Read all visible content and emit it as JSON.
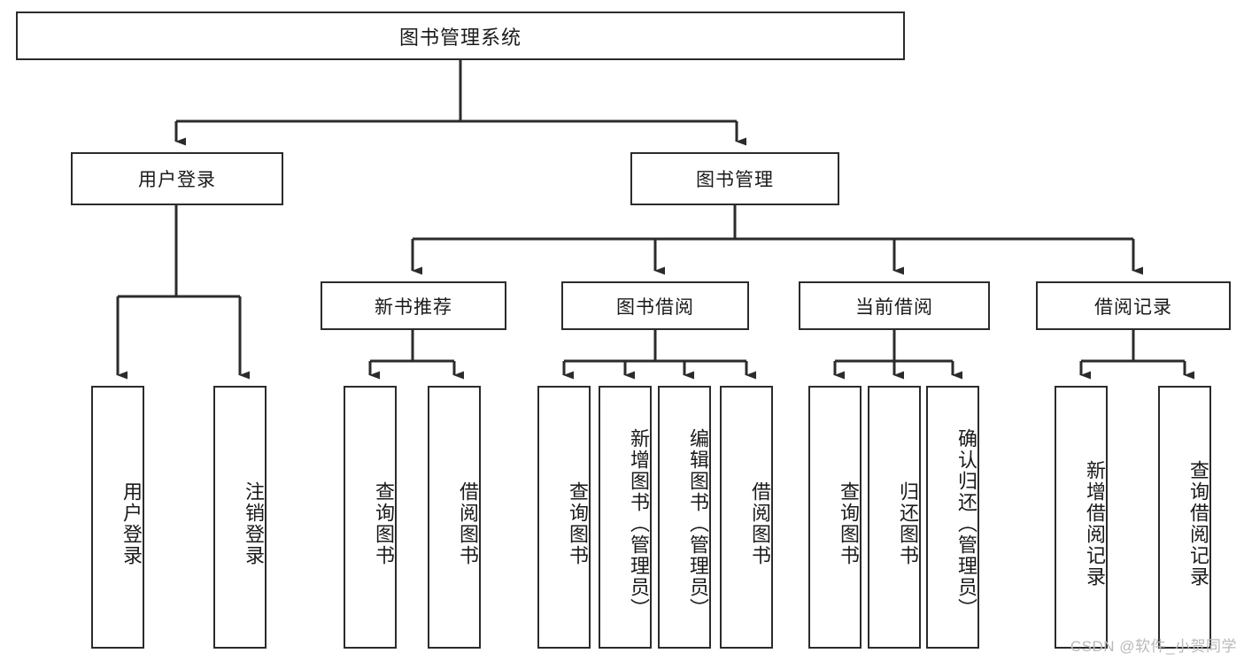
{
  "diagram": {
    "title": "图书管理系统",
    "type": "hierarchy-tree",
    "colors": {
      "stroke": "#2b2b2b",
      "fill": "#ffffff",
      "text": "#1a1a1a",
      "watermark": "#b9b9b9"
    },
    "levels": {
      "root": {
        "label": "图书管理系统"
      },
      "level2": [
        {
          "label": "用户登录"
        },
        {
          "label": "图书管理"
        }
      ],
      "level3": [
        {
          "label": "新书推荐"
        },
        {
          "label": "图书借阅"
        },
        {
          "label": "当前借阅"
        },
        {
          "label": "借阅记录"
        }
      ],
      "leaves": {
        "user_login": [
          {
            "label": "用户登录"
          },
          {
            "label": "注销登录"
          }
        ],
        "new_book_recommend": [
          {
            "label": "查询图书"
          },
          {
            "label": "借阅图书"
          }
        ],
        "book_borrow": [
          {
            "label": "查询图书"
          },
          {
            "label": "新增图书（管理员）"
          },
          {
            "label": "编辑图书（管理员）"
          },
          {
            "label": "借阅图书"
          }
        ],
        "current_borrow": [
          {
            "label": "查询图书"
          },
          {
            "label": "归还图书"
          },
          {
            "label": "确认归还（管理员）"
          }
        ],
        "borrow_record": [
          {
            "label": "新增借阅记录"
          },
          {
            "label": "查询借阅记录"
          }
        ]
      }
    },
    "watermark": "CSDN @软件_小贺同学"
  }
}
